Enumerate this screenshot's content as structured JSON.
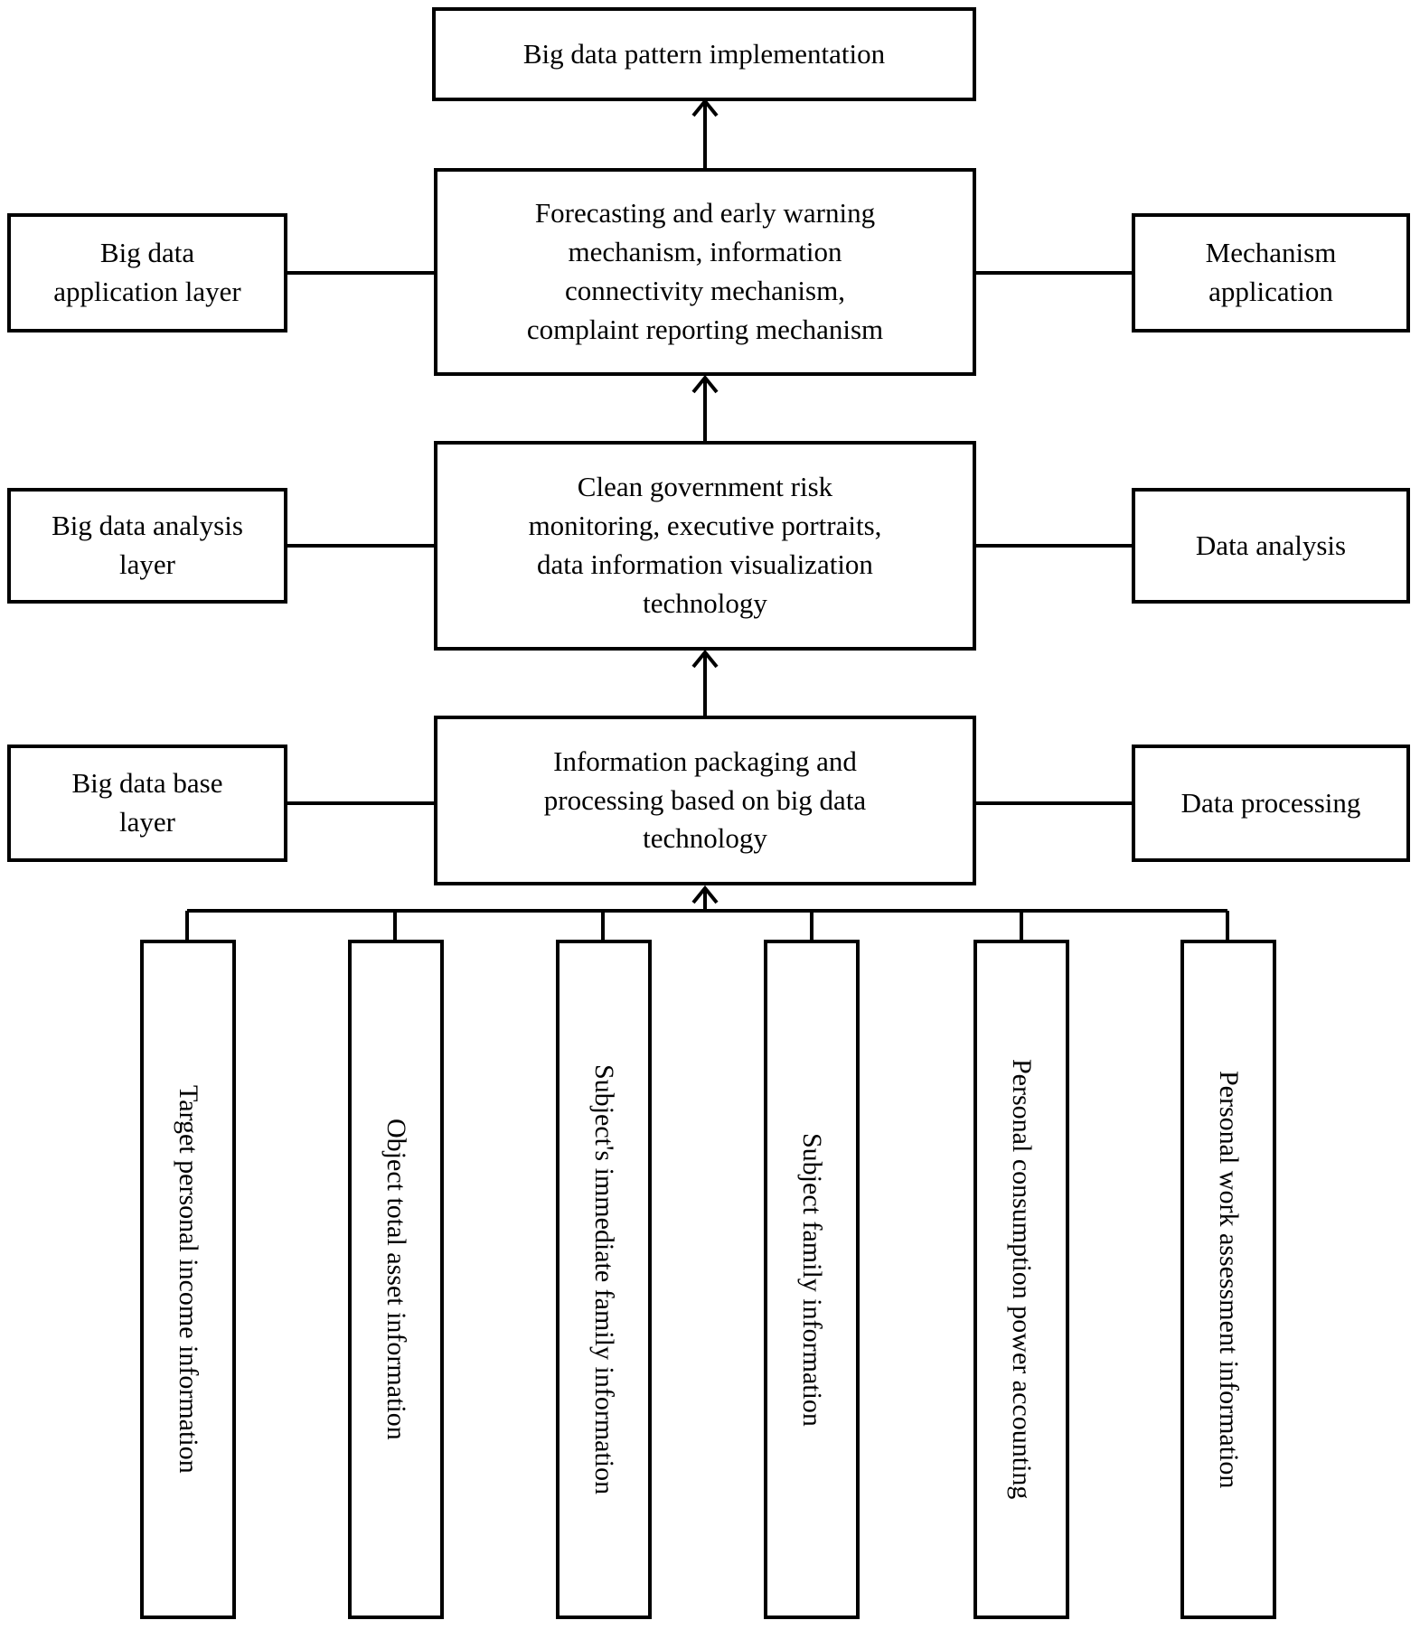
{
  "nodes": {
    "pattern": {
      "label": "Big data pattern implementation"
    },
    "app_center": {
      "label": "Forecasting and early warning\nmechanism, information\nconnectivity mechanism,\ncomplaint reporting mechanism"
    },
    "app_left": {
      "label": "Big data\napplication layer"
    },
    "app_right": {
      "label": "Mechanism\napplication"
    },
    "analysis_center": {
      "label": "Clean government risk\nmonitoring, executive portraits,\ndata information visualization\ntechnology"
    },
    "analysis_left": {
      "label": "Big data analysis\nlayer"
    },
    "analysis_right": {
      "label": "Data analysis"
    },
    "base_center": {
      "label": "Information packaging and\nprocessing based on big data\ntechnology"
    },
    "base_left": {
      "label": "Big data base\nlayer"
    },
    "base_right": {
      "label": "Data processing"
    },
    "sources": [
      {
        "label": "Target personal income information"
      },
      {
        "label": "Object total asset information"
      },
      {
        "label": "Subject's immediate family information"
      },
      {
        "label": "Subject family information"
      },
      {
        "label": "Personal consumption power accounting"
      },
      {
        "label": "Personal work assessment information"
      }
    ]
  },
  "colors": {
    "line": "#000000",
    "text": "#000000",
    "background": "#ffffff"
  }
}
